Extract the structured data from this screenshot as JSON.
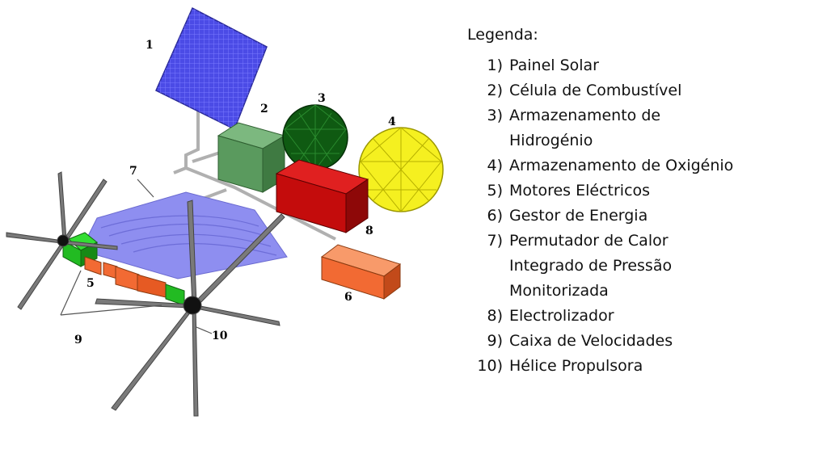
{
  "legend": {
    "title": "Legenda:",
    "items": [
      {
        "num": "1)",
        "lines": [
          "Painel Solar"
        ]
      },
      {
        "num": "2)",
        "lines": [
          "Célula de Combustível"
        ]
      },
      {
        "num": "3)",
        "lines": [
          "Armazenamento de",
          "Hidrogénio"
        ]
      },
      {
        "num": "4)",
        "lines": [
          "Armazenamento de Oxigénio"
        ]
      },
      {
        "num": "5)",
        "lines": [
          "Motores Eléctricos"
        ]
      },
      {
        "num": "6)",
        "lines": [
          "Gestor de Energia"
        ]
      },
      {
        "num": "7)",
        "lines": [
          "Permutador de Calor",
          "Integrado de Pressão",
          "Monitorizada"
        ]
      },
      {
        "num": "8)",
        "lines": [
          "Electrolizador"
        ]
      },
      {
        "num": "9)",
        "lines": [
          "Caixa de Velocidades"
        ]
      },
      {
        "num": "10)",
        "lines": [
          "Hélice Propulsora"
        ]
      }
    ]
  },
  "figure": {
    "labels": {
      "l1": "1",
      "l2": "2",
      "l3": "3",
      "l4": "4",
      "l5": "5",
      "l6": "6",
      "l7": "7",
      "l8": "8",
      "l9": "9",
      "l10": "10"
    },
    "colors": {
      "solar_panel": "#4b4be6",
      "fuel_cell": "#5a9a5e",
      "hydrogen_tank": "#0f5a12",
      "oxygen_tank": "#f5f020",
      "electrolyzer": "#c40c0c",
      "energy_manager": "#f26a33",
      "wing": "#8e8ef0",
      "gearbox": "#22bb22",
      "motors": "#f26a33",
      "propeller": "#7a7a7a"
    }
  }
}
